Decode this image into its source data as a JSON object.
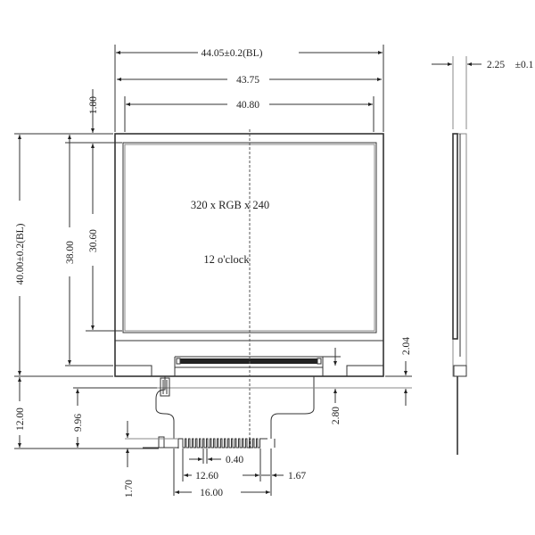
{
  "drawing": {
    "title": "LCD module outline drawing",
    "panel_labels": {
      "resolution": "320 x RGB x 240",
      "viewing_direction": "12 o'clock"
    },
    "dimensions": {
      "outline_width": "44.05±0.2(BL)",
      "bezel_width": "43.75",
      "viewing_area_width": "40.80",
      "top_margin": "1.80",
      "outline_height": "40.00±0.2(BL)",
      "bezel_height": "38.00",
      "viewing_area_height": "30.60",
      "fpc_step": "2.04",
      "fpc_offset": "2.80",
      "fpc_length": "12.00",
      "fpc_length_inner": "9.96",
      "pad_length": "1.70",
      "pitch": "0.40",
      "pin_span": "12.60",
      "pin_edge": "1.67",
      "fpc_width": "16.00",
      "thickness": "2.25",
      "thickness_tol": "±0.1"
    }
  }
}
